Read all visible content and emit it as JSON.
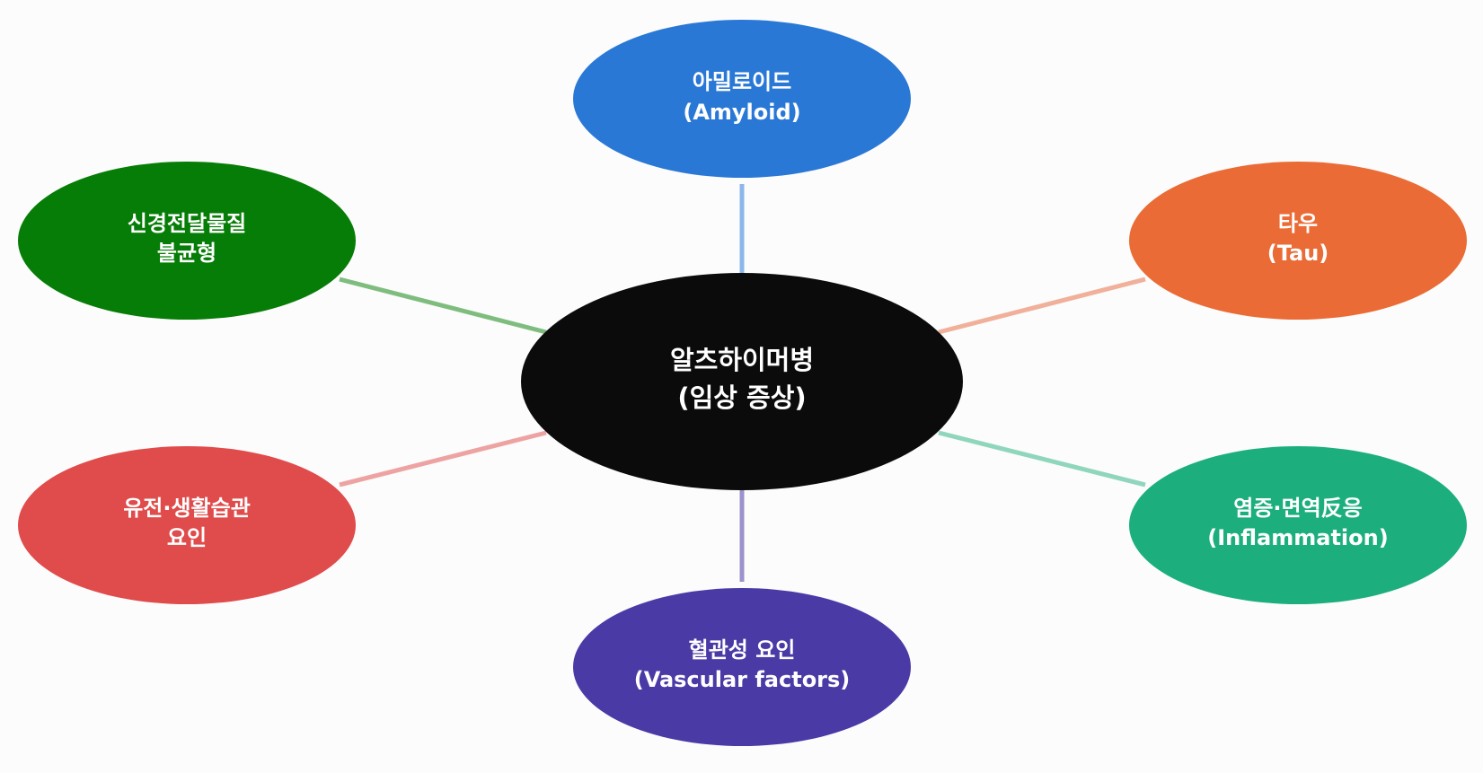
{
  "center": {
    "line1": "알츠하이머병",
    "line2": "(임상 증상)",
    "color": "#0b0b0b"
  },
  "nodes": {
    "amyloid": {
      "line1": "아밀로이드",
      "line2": "(Amyloid)",
      "color": "#2a78d6",
      "link_color": "#8db7ea"
    },
    "tau": {
      "line1": "타우",
      "line2": "(Tau)",
      "color": "#ea6b35",
      "link_color": "#f0b09a"
    },
    "inflammation": {
      "line1": "염증·면역反응",
      "line2": "(Inflammation)",
      "color": "#1caf7d",
      "link_color": "#8fd6bd"
    },
    "vascular": {
      "line1": "혈관성 요인",
      "line2": "(Vascular factors)",
      "color": "#4a3aa6",
      "link_color": "#9a93cc"
    },
    "genetic": {
      "line1": "유전·생활습관",
      "line2": "요인",
      "color": "#e04b4b",
      "link_color": "#eea3a3"
    },
    "neuro": {
      "line1": "신경전달물질",
      "line2": "불균형",
      "color": "#067d06",
      "link_color": "#7fbd7f"
    }
  }
}
